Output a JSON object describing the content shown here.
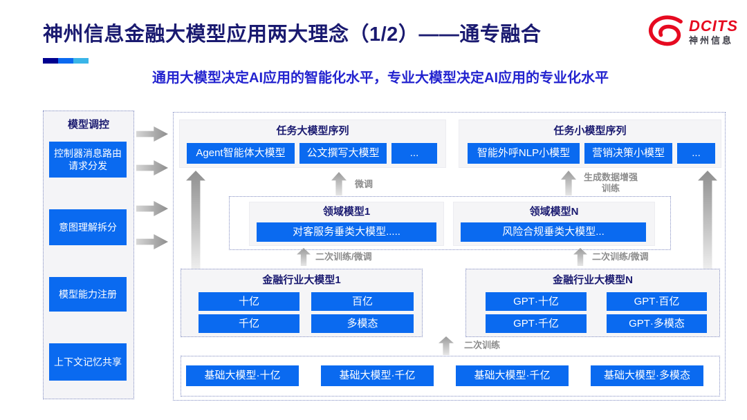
{
  "header": {
    "title": "神州信息金融大模型应用两大理念（1/2）——通专融合",
    "subtitle": "通用大模型决定AI应用的智能化水平，专业大模型决定AI应用的专业化水平",
    "logo": {
      "name": "DCITS",
      "cn": "神州信息"
    }
  },
  "sidebar": {
    "title": "模型调控",
    "items": [
      {
        "label": "控制器消息路由请求分发"
      },
      {
        "label": "意图理解拆分"
      },
      {
        "label": "模型能力注册"
      },
      {
        "label": "上下文记忆共享"
      }
    ]
  },
  "main": {
    "task_large": {
      "title": "任务大模型序列",
      "items": [
        "Agent智能体大模型",
        "公文撰写大模型",
        "..."
      ]
    },
    "task_small": {
      "title": "任务小模型序列",
      "items": [
        "智能外呼NLP小模型",
        "营销决策小模型",
        "..."
      ]
    },
    "labels": {
      "fine_tune": "微调",
      "gen_data": "生成数据增强训练",
      "retrain_finetune_left": "二次训练/微调",
      "retrain_finetune_right": "二次训练/微调",
      "retrain": "二次训练"
    },
    "domain1": {
      "title": "领域模型1",
      "item": "对客服务垂类大模型....."
    },
    "domainN": {
      "title": "领域模型N",
      "item": "风险合规垂类大模型..."
    },
    "industry1": {
      "title": "金融行业大模型1",
      "items": [
        "十亿",
        "百亿",
        "千亿",
        "多模态"
      ]
    },
    "industryN": {
      "title": "金融行业大模型N",
      "items": [
        "GPT·十亿",
        "GPT·百亿",
        "GPT·千亿",
        "GPT·多模态"
      ]
    },
    "base_models": [
      "基础大模型·十亿",
      "基础大模型·千亿",
      "基础大模型·千亿",
      "基础大模型·多模态"
    ]
  },
  "colors": {
    "accent_blue": "#0a6af0",
    "navy": "#1a1a70",
    "subtitle_blue": "#2323cf",
    "logo_red": "#e60a20",
    "accent_bar": [
      "#00008f",
      "#0b69f0",
      "#3ab5e8"
    ]
  }
}
